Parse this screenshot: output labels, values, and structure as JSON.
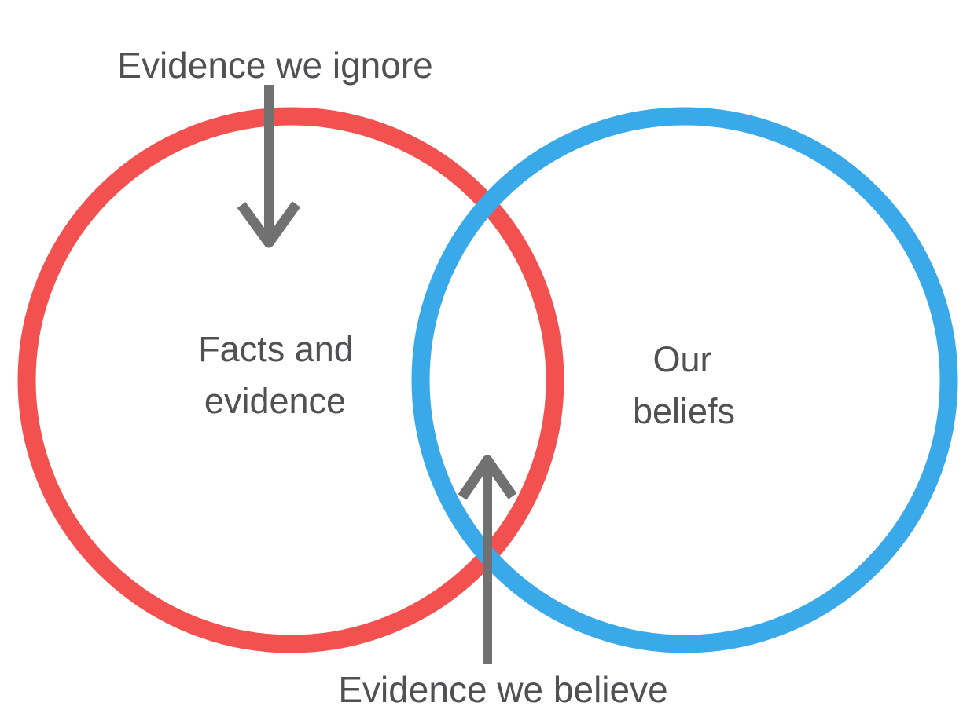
{
  "diagram": {
    "type": "venn-two-circles",
    "background_color": "#ffffff",
    "text_color": "#515155",
    "arrow_color": "#717171",
    "left_circle": {
      "name": "Facts and evidence",
      "label_line1": "Facts and",
      "label_line2": "evidence",
      "stroke_color": "#f35150"
    },
    "right_circle": {
      "name": "Our beliefs",
      "label_line1": "Our",
      "label_line2": "beliefs",
      "stroke_color": "#3aa9e9"
    },
    "annotations": {
      "top": {
        "label": "Evidence we ignore",
        "arrow_direction": "down",
        "points_to": "left circle interior"
      },
      "bottom": {
        "label": "Evidence we believe",
        "arrow_direction": "up",
        "points_to": "intersection of circles"
      }
    }
  }
}
